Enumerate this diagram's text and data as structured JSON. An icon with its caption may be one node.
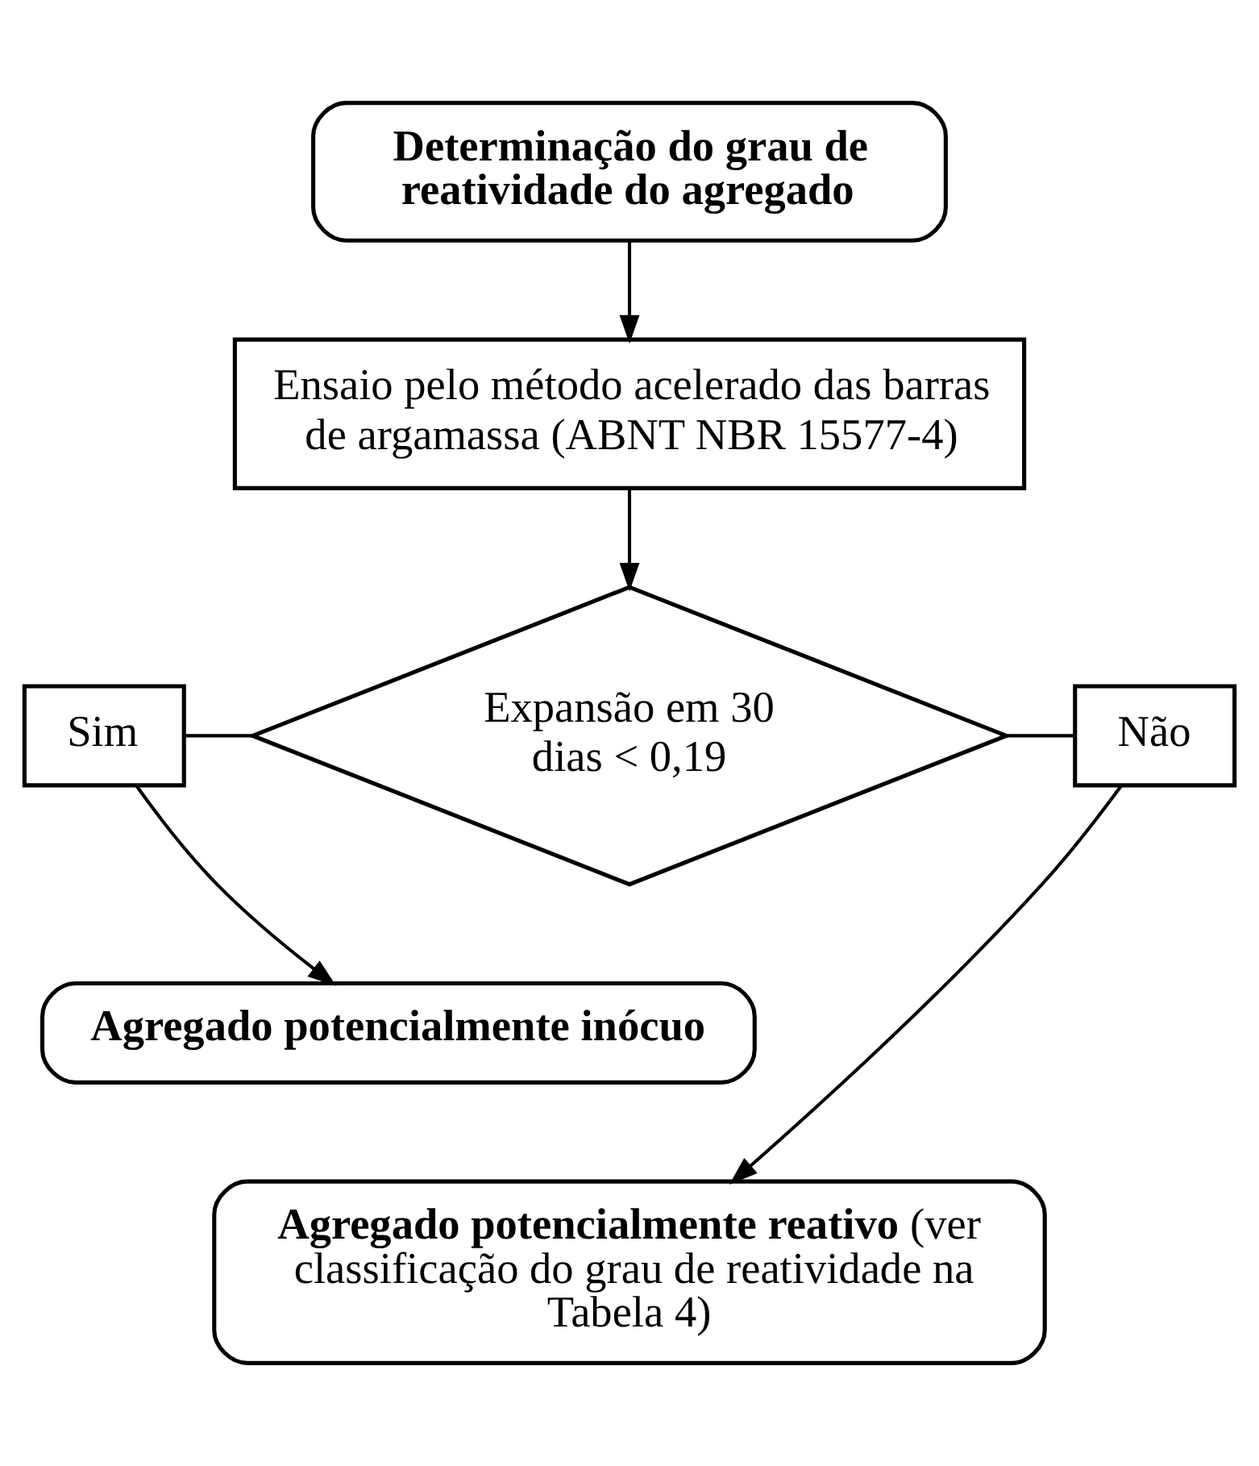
{
  "diagram": {
    "nodes": [
      {
        "text": [
          "Determinação do grau de reatividade do agregado"
        ]
      },
      {
        "text": [
          "Ensaio pelo método acelerado das barras de argamassa (ABNT NBR 15577-4)"
        ]
      },
      {
        "text": [
          "Expansão em 30 dias < 0,19"
        ]
      },
      {
        "text": [
          "Sim"
        ]
      },
      {
        "text": [
          "Não"
        ]
      },
      {
        "text": [
          "Agregado potencialmente inócuo"
        ]
      },
      {
        "text": [
          "**Agregado potencialmente reativo** (ver classificação do grau de reatividade na Tabela 4)"
        ]
      }
    ],
    "edges": [
      {
        "from": 0,
        "to": 1,
        "arrow": "to"
      },
      {
        "from": 1,
        "to": 2,
        "arrow": "to"
      },
      {
        "from": 2,
        "to": 3,
        "arrow": "none"
      },
      {
        "from": 2,
        "to": 4,
        "arrow": "none"
      },
      {
        "from": 3,
        "to": 5,
        "arrow": "to"
      },
      {
        "from": 4,
        "to": 6,
        "arrow": "to"
      }
    ]
  }
}
